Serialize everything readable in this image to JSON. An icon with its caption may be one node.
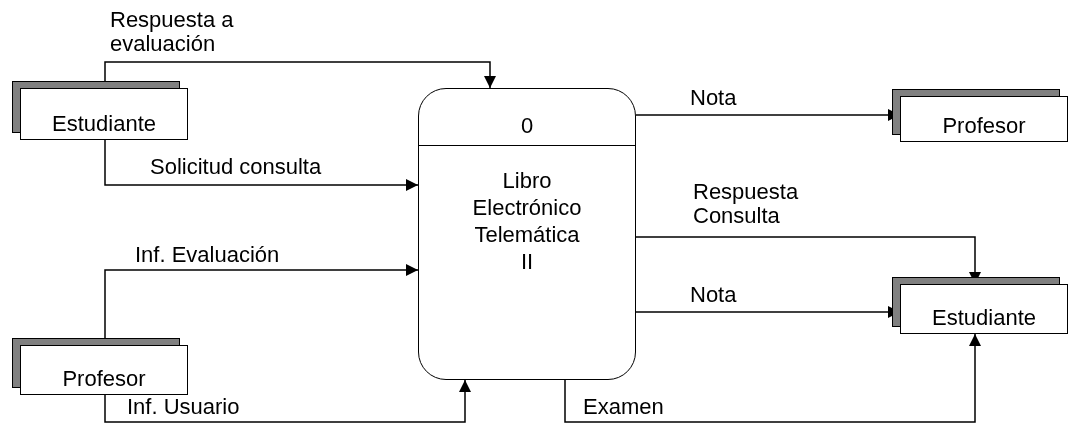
{
  "diagram": {
    "nodes": [
      {
        "text": [
          "Estudiante"
        ]
      },
      {
        "text": [
          "0",
          "Libro Electrónico Telemática II"
        ]
      },
      {
        "text": [
          "Profesor"
        ]
      },
      {
        "text": [
          "Profesor"
        ]
      },
      {
        "text": [
          "Estudiante"
        ]
      }
    ],
    "edges": [
      {
        "from": 0,
        "to": 1,
        "arrow": "to",
        "label": "Respuesta a evaluación"
      },
      {
        "from": 0,
        "to": 1,
        "arrow": "to",
        "label": "Solicitud consulta"
      },
      {
        "from": 2,
        "to": 1,
        "arrow": "to",
        "label": "Inf. Evaluación"
      },
      {
        "from": 2,
        "to": 1,
        "arrow": "to",
        "label": "Inf. Usuario"
      },
      {
        "from": 1,
        "to": 3,
        "arrow": "to",
        "label": "Nota"
      },
      {
        "from": 1,
        "to": 4,
        "arrow": "to",
        "label": "Respuesta Consulta"
      },
      {
        "from": 1,
        "to": 4,
        "arrow": "to",
        "label": "Nota"
      },
      {
        "from": 1,
        "to": 4,
        "arrow": "to",
        "label": "Examen"
      }
    ]
  }
}
